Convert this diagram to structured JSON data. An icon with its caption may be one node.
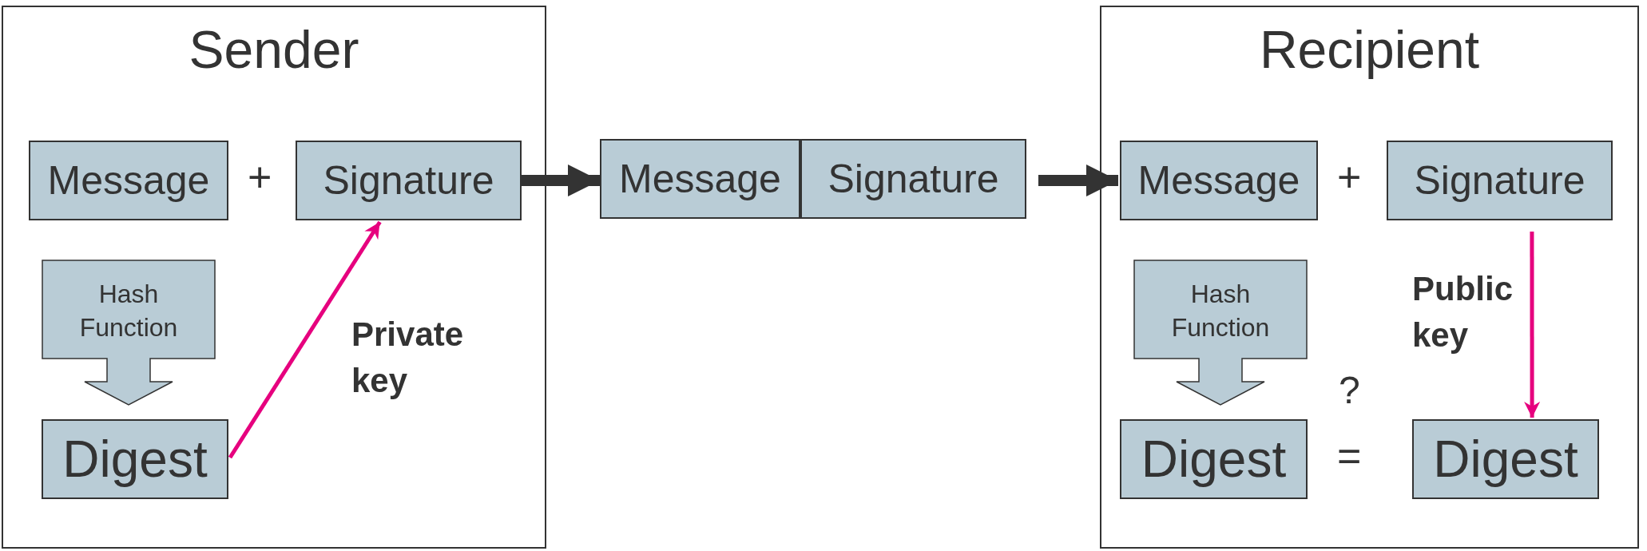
{
  "diagram": {
    "nodes": [
      {
        "text": [
          "Sender"
        ]
      },
      {
        "text": [
          "Message"
        ],
        "in": 0
      },
      {
        "text": [
          "Signature"
        ],
        "in": 0
      },
      {
        "text": [
          "Hash Function"
        ],
        "in": 0
      },
      {
        "text": [
          "Digest"
        ],
        "in": 0
      },
      {
        "text": [
          "Message"
        ]
      },
      {
        "text": [
          "Signature"
        ]
      },
      {
        "text": [
          "Recipient"
        ]
      },
      {
        "text": [
          "Message"
        ],
        "in": 7
      },
      {
        "text": [
          "Signature"
        ],
        "in": 7
      },
      {
        "text": [
          "Hash Function"
        ],
        "in": 7
      },
      {
        "text": [
          "Digest"
        ],
        "in": 7
      },
      {
        "text": [
          "Digest"
        ],
        "in": 7
      }
    ],
    "edges": [
      {
        "from": 4,
        "to": 2,
        "arrow": "to",
        "label": "Private key",
        "color": "#e6007e"
      },
      {
        "from": 2,
        "to": 5,
        "arrow": "to",
        "style": "thick",
        "color": "#333333"
      },
      {
        "from": 6,
        "to": 8,
        "arrow": "to",
        "style": "thick",
        "color": "#333333"
      },
      {
        "from": 9,
        "to": 12,
        "arrow": "to",
        "label": "Public key",
        "color": "#e6007e"
      }
    ],
    "labels": [
      "+",
      "+",
      "?",
      "="
    ]
  }
}
